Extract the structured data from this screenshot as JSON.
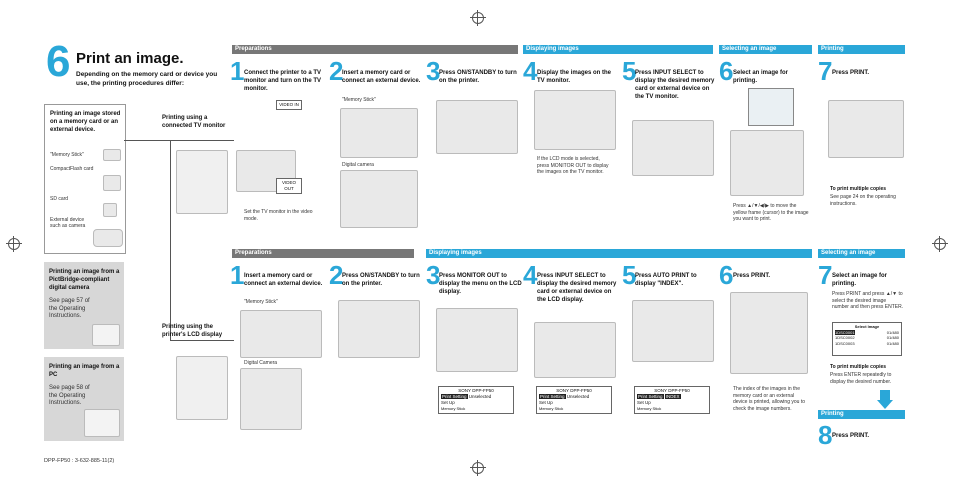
{
  "header": {
    "step_number": "6",
    "title": "Print an image.",
    "intro": "Depending on the memory card or device you use, the printing procedures differ:"
  },
  "left_panel": {
    "box1_title": "Printing an image stored on a memory card or an external device.",
    "media": [
      "\"Memory Stick\"",
      "CompactFlash card",
      "SD card",
      "External device such as camera"
    ],
    "box2_title": "Printing an image from a PictBridge-compliant digital camera",
    "box2_text": "See page 57 of the Operating Instructions.",
    "box3_title": "Printing an image from a PC",
    "box3_text": "See page 58 of the Operating Instructions."
  },
  "branches": {
    "tv": "Printing using a connected TV monitor",
    "lcd": "Printing using the printer's LCD display"
  },
  "row1": {
    "bars": [
      "Preparations",
      "Displaying images",
      "Selecting an image",
      "Printing"
    ],
    "steps": [
      {
        "n": "1",
        "text": "Connect the printer to a TV monitor and turn on the TV monitor.",
        "note": "Set the TV monitor in the video mode.",
        "labels": [
          "VIDEO IN",
          "VIDEO OUT"
        ]
      },
      {
        "n": "2",
        "text": "Insert a memory card or connect an external device.",
        "note": "\"Memory Stick\"",
        "note2": "Digital camera"
      },
      {
        "n": "3",
        "text": "Press ON/STANDBY to turn on the printer."
      },
      {
        "n": "4",
        "text": "Display the images on the TV monitor.",
        "note": "If the LCD mode is selected, press MONITOR OUT to display the images on the TV monitor."
      },
      {
        "n": "5",
        "text": "Press INPUT SELECT to display the desired memory card or external device on the TV monitor."
      },
      {
        "n": "6",
        "text": "Select an image for printing.",
        "note": "Press ▲/▼/◀/▶ to move the yellow frame (cursor) to the image you want to print."
      },
      {
        "n": "7",
        "text": "Press PRINT.",
        "note_title": "To print multiple copies",
        "note": "See page 24 on the operating instructions."
      }
    ]
  },
  "row2": {
    "bars": [
      "Preparations",
      "Displaying images",
      "Selecting an image",
      "Printing"
    ],
    "steps": [
      {
        "n": "1",
        "text": "Insert a memory card or connect an external device.",
        "note": "\"Memory Stick\"",
        "note2": "Digital Camera"
      },
      {
        "n": "2",
        "text": "Press ON/STANDBY to turn on the printer."
      },
      {
        "n": "3",
        "text": "Press MONITOR OUT to display the menu on the LCD display."
      },
      {
        "n": "4",
        "text": "Press INPUT SELECT to display the desired memory card or external device on the LCD display."
      },
      {
        "n": "5",
        "text": "Press AUTO PRINT to display \"INDEX\"."
      },
      {
        "n": "6",
        "text": "Press PRINT.",
        "note": "The index of the images in the memory card or an external device is printed, allowing you to check the image numbers."
      },
      {
        "n": "7",
        "text": "Select an image for printing.",
        "note": "Press PRINT and press ▲/▼ to select the desired image number and then press ENTER.",
        "note_title": "To print multiple copies",
        "note2": "Press ENTER repeatedly to display the desired number."
      },
      {
        "n": "8",
        "text": "Press PRINT."
      }
    ],
    "select_image": {
      "title": "Select Image",
      "rows": [
        [
          "1DSC0001",
          "01/480"
        ],
        [
          "1DSC0002",
          "01/480"
        ],
        [
          "1DSC0003",
          "01/480"
        ]
      ]
    },
    "osd": {
      "model": "SONY DPP-FP50",
      "line1": "Print Setting",
      "value1": "Unselected",
      "line2": "Set Up",
      "footer": "Memory Stick",
      "index": "INDEX"
    }
  },
  "footer": "DPP-FP50 : 3-632-885-11(2)"
}
